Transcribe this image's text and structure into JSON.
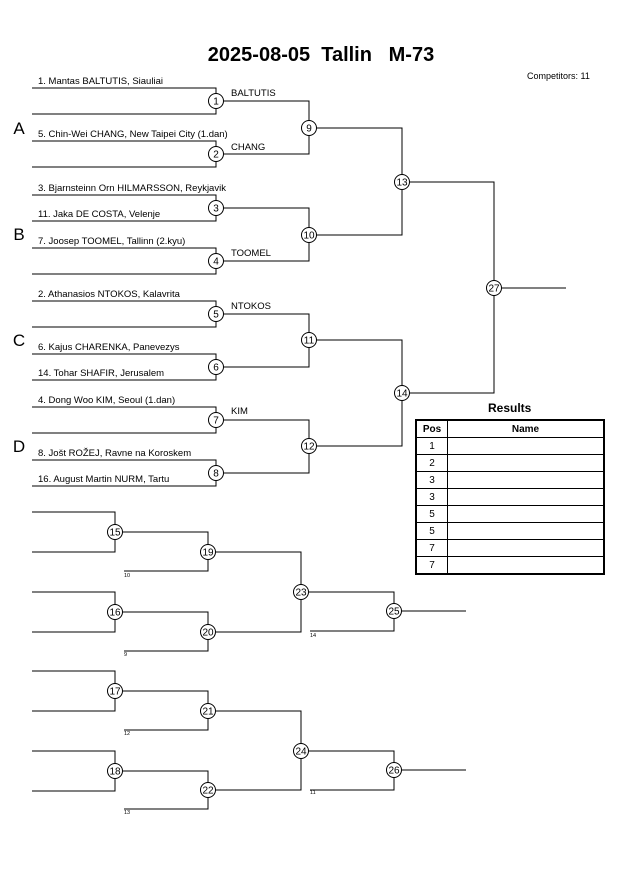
{
  "header": {
    "title": "2025-08-05  Tallin   M-73",
    "competitors": "Competitors: 11"
  },
  "pools": [
    "A",
    "B",
    "C",
    "D"
  ],
  "competitors": [
    "1. Mantas BALTUTIS, Siauliai",
    "5. Chin-Wei CHANG, New Taipei City (1.dan)",
    "3. Bjarnsteinn Orn HILMARSSON, Reykjavik",
    "11. Jaka DE COSTA, Velenje",
    "7. Joosep TOOMEL, Tallinn (2.kyu)",
    "2. Athanasios NTOKOS, Kalavrita",
    "6. Kajus CHARENKA, Panevezys",
    "14. Tohar SHAFIR, Jerusalem",
    "4. Dong Woo KIM, Seoul (1.dan)",
    "8. Jošt ROŽEJ, Ravne na Koroskem",
    "16. August Martin NURM, Tartu"
  ],
  "winners": [
    "BALTUTIS",
    "CHANG",
    "TOOMEL",
    "NTOKOS",
    "KIM"
  ],
  "match_numbers": [
    "1",
    "2",
    "3",
    "4",
    "5",
    "6",
    "7",
    "8",
    "9",
    "10",
    "11",
    "12",
    "13",
    "14",
    "15",
    "16",
    "17",
    "18",
    "19",
    "20",
    "21",
    "22",
    "23",
    "24",
    "25",
    "26",
    "27"
  ],
  "repechage_refs": [
    "10",
    "9",
    "14",
    "12",
    "13",
    "11"
  ],
  "results": {
    "title": "Results",
    "columns": [
      "Pos",
      "Name"
    ],
    "rows": [
      {
        "pos": "1",
        "name": ""
      },
      {
        "pos": "2",
        "name": ""
      },
      {
        "pos": "3",
        "name": ""
      },
      {
        "pos": "3",
        "name": ""
      },
      {
        "pos": "5",
        "name": ""
      },
      {
        "pos": "5",
        "name": ""
      },
      {
        "pos": "7",
        "name": ""
      },
      {
        "pos": "7",
        "name": ""
      }
    ]
  }
}
